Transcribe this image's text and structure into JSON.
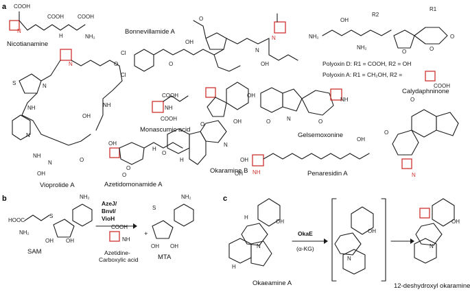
{
  "panels": {
    "a": "a",
    "b": "b",
    "c": "c"
  },
  "compounds": {
    "nicotianamine": "Nicotianamine",
    "bonnevillamide": "Bonnevillamide A",
    "polyoxin_d": "Polyoxin D: R1 = COOH, R2 = OH",
    "polyoxin_a": "Polyoxin A: R1 = CH₂OH, R2 =",
    "vioprolide": "Vioprolide A",
    "monascumic": "Monascumic acid",
    "azetidomonamide": "Azetidomonamide A",
    "okaramine_b": "Okaramine B",
    "gelsemoxonine": "Gelsemoxonine",
    "penaresidin": "Penaresidin A",
    "calydaphninone": "Calydaphninone",
    "sam": "SAM",
    "aze_line1": "Azetidine-",
    "aze_line2": "Carboxylic acid",
    "mta": "MTA",
    "okaeamine": "Okaeamine A",
    "deshydroxyl": "12-deshydroxyl okaramine E"
  },
  "enzymes": {
    "line1": "AzeJ/",
    "line2": "BnvI/",
    "line3": "VioH",
    "okae": "OkaE",
    "cofactor": "(α-KG)"
  },
  "labels": {
    "plus": "+",
    "r1": "R1",
    "r2": "R2",
    "cooh": "COOH",
    "nh2": "NH₂",
    "hooc": "HOOC",
    "oh": "OH",
    "nh": "NH",
    "n": "N",
    "o": "O",
    "s": "S",
    "h": "H",
    "cl": "Cl"
  },
  "colors": {
    "azetidine": "#d0312d",
    "ink": "#1a1a1a"
  }
}
